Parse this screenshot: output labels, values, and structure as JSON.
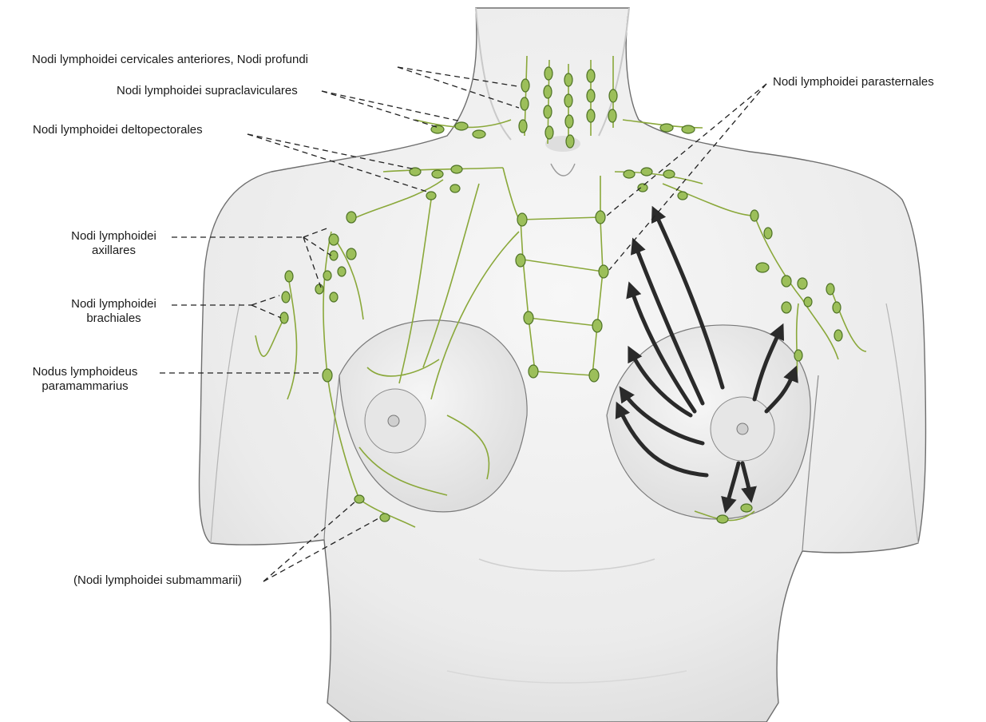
{
  "labels": {
    "cervical": "Nodi lymphoidei cervicales anteriores, Nodi profundi",
    "supraclavicular": "Nodi lymphoidei supraclaviculares",
    "deltopectoral": "Nodi lymphoidei deltopectorales",
    "parasternal": "Nodi lymphoidei parasternales",
    "axillary_line1": "Nodi lymphoidei",
    "axillary_line2": "axillares",
    "brachial_line1": "Nodi lymphoidei",
    "brachial_line2": "brachiales",
    "paramammary_line1": "Nodus lymphoideus",
    "paramammary_line2": "paramammarius",
    "submammary": "(Nodi lymphoidei submammarii)"
  },
  "colors": {
    "skin": "#efefef",
    "skin_shadow": "#d4d4d4",
    "outline": "#6e6e6e",
    "vessel": "#8aa83a",
    "node_fill": "#9cbf5a",
    "node_stroke": "#4f7326",
    "leader": "#222222",
    "arrow": "#2a2a2a"
  }
}
